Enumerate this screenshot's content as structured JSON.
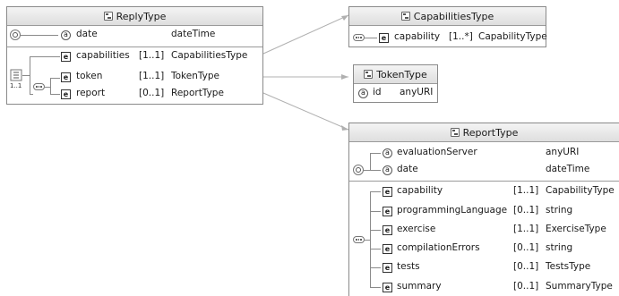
{
  "reply_type": {
    "title": "ReplyType",
    "attributes": [
      {
        "name": "date",
        "type": "dateTime"
      }
    ],
    "elements": [
      {
        "name": "capabilities",
        "cardinality": "[1..1]",
        "type": "CapabilitiesType"
      },
      {
        "name": "token",
        "cardinality": "[1..1]",
        "type": "TokenType"
      },
      {
        "name": "report",
        "cardinality": "[0..1]",
        "type": "ReportType"
      }
    ],
    "group_label": "1..1"
  },
  "capabilities_type": {
    "title": "CapabilitiesType",
    "elements": [
      {
        "name": "capability",
        "cardinality": "[1..*]",
        "type": "CapabilityType"
      }
    ]
  },
  "token_type": {
    "title": "TokenType",
    "attributes": [
      {
        "name": "id",
        "type": "anyURI"
      }
    ]
  },
  "report_type": {
    "title": "ReportType",
    "attributes": [
      {
        "name": "evaluationServer",
        "type": "anyURI"
      },
      {
        "name": "date",
        "type": "dateTime"
      }
    ],
    "elements": [
      {
        "name": "capability",
        "cardinality": "[1..1]",
        "type": "CapabilityType"
      },
      {
        "name": "programmingLanguage",
        "cardinality": "[0..1]",
        "type": "string"
      },
      {
        "name": "exercise",
        "cardinality": "[1..1]",
        "type": "ExerciseType"
      },
      {
        "name": "compilationErrors",
        "cardinality": "[0..1]",
        "type": "string"
      },
      {
        "name": "tests",
        "cardinality": "[0..1]",
        "type": "TestsType"
      },
      {
        "name": "summary",
        "cardinality": "[0..1]",
        "type": "SummaryType"
      }
    ]
  },
  "icons": {
    "attribute": "a",
    "element": "e"
  }
}
